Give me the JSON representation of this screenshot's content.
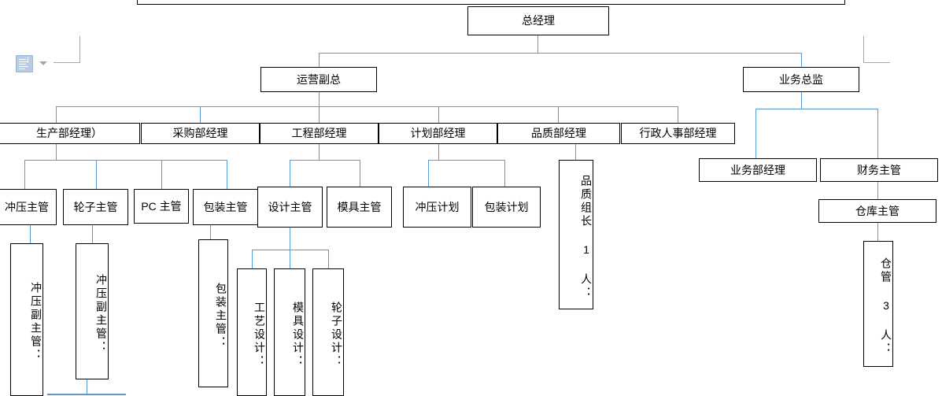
{
  "document": {
    "type": "organization-chart",
    "language": "zh-CN",
    "paste_tag": {
      "icon": "paste-options-clipboard-icon",
      "dropdown": "chevron-down-icon"
    }
  },
  "chart_data": {
    "type": "org-chart",
    "title": "",
    "connector_color": "#5b9bd5",
    "box_border_color": "#000000",
    "levels": [
      {
        "level": 1,
        "nodes": [
          {
            "id": "gm",
            "label": "总经理"
          }
        ]
      },
      {
        "level": 2,
        "nodes": [
          {
            "id": "ops-vp",
            "label": "运营副总",
            "parent": "gm"
          },
          {
            "id": "biz-dir",
            "label": "业务总监",
            "parent": "gm"
          }
        ]
      },
      {
        "level": 3,
        "nodes": [
          {
            "id": "prod-mgr",
            "label": "生产部经理）",
            "parent": "ops-vp"
          },
          {
            "id": "purch-mgr",
            "label": "采购部经理",
            "parent": "ops-vp"
          },
          {
            "id": "eng-mgr",
            "label": "工程部经理",
            "parent": "ops-vp"
          },
          {
            "id": "plan-mgr",
            "label": "计划部经理",
            "parent": "ops-vp"
          },
          {
            "id": "qa-mgr",
            "label": "品质部经理",
            "parent": "ops-vp"
          },
          {
            "id": "hr-mgr",
            "label": "行政人事部经理",
            "parent": "ops-vp"
          },
          {
            "id": "sales-mgr",
            "label": "业务部经理",
            "parent": "biz-dir"
          },
          {
            "id": "fin-sup",
            "label": "财务主管",
            "parent": "biz-dir"
          }
        ]
      },
      {
        "level": 4,
        "nodes": [
          {
            "id": "stamp-sup",
            "label": "冲压主管",
            "parent": "prod-mgr"
          },
          {
            "id": "wheel-sup",
            "label": "轮子主管",
            "parent": "prod-mgr"
          },
          {
            "id": "pc-sup",
            "label": "PC 主管",
            "parent": "prod-mgr"
          },
          {
            "id": "pack-sup",
            "label": "包装主管",
            "parent": "prod-mgr"
          },
          {
            "id": "design-sup",
            "label": "设计主管",
            "parent": "eng-mgr"
          },
          {
            "id": "mold-sup",
            "label": "模具主管",
            "parent": "eng-mgr"
          },
          {
            "id": "stamp-plan",
            "label": "冲压计划",
            "parent": "plan-mgr"
          },
          {
            "id": "pack-plan",
            "label": "包装计划",
            "parent": "plan-mgr"
          },
          {
            "id": "qa-leader",
            "label": "品质组长 1 人：",
            "parent": "qa-mgr",
            "vertical": true
          },
          {
            "id": "wh-sup",
            "label": "仓库主管",
            "parent": "fin-sup"
          }
        ]
      },
      {
        "level": 5,
        "nodes": [
          {
            "id": "stamp-asst-1",
            "label": "冲压副主管：",
            "parent": "stamp-sup",
            "vertical": true
          },
          {
            "id": "stamp-asst-2",
            "label": "冲压副主管：",
            "parent": "wheel-sup",
            "vertical": true
          },
          {
            "id": "pack-asst",
            "label": "包装主管：",
            "parent": "pack-sup",
            "vertical": true
          },
          {
            "id": "proc-design",
            "label": "工艺设计：",
            "parent": "design-sup",
            "vertical": true
          },
          {
            "id": "mold-design",
            "label": "模具设计：",
            "parent": "design-sup",
            "vertical": true
          },
          {
            "id": "wheel-design",
            "label": "轮子设计：",
            "parent": "design-sup",
            "vertical": true
          },
          {
            "id": "wh-keeper",
            "label": "仓管 3 人：",
            "parent": "wh-sup",
            "vertical": true
          }
        ]
      }
    ]
  }
}
